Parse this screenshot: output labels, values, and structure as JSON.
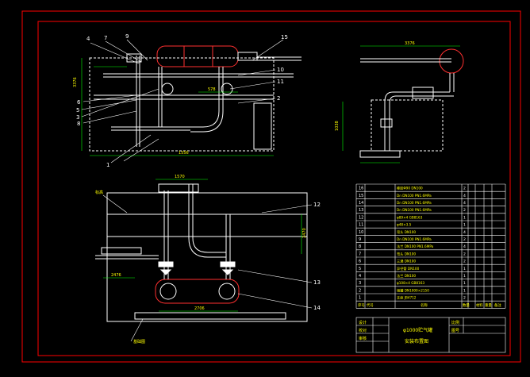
{
  "colors": {
    "background": "#000000",
    "frame": "#ff0000",
    "line": "#ffffff",
    "dim": "#00ff00",
    "text": "#ffff00",
    "leader": "#ffffff",
    "tank": "#ff3030",
    "table": "#ffffff",
    "accent": "#00ffff"
  },
  "drawing": {
    "callouts_top": [
      "4",
      "7",
      "9",
      "15",
      "6",
      "5",
      "3",
      "8",
      "10",
      "11",
      "2",
      "1"
    ],
    "callouts_bottom": [
      "12",
      "13",
      "14"
    ],
    "dims_top": [
      "3376",
      "1556",
      "578"
    ],
    "dims_side": [
      "3376",
      "1038"
    ],
    "dims_bottom": [
      "1570",
      "2706",
      "2476",
      "2470"
    ],
    "notes_bottom": [
      "基础图",
      "标高"
    ]
  },
  "parts_table": {
    "rows": [
      {
        "no": "16",
        "desc": "橡胶Φ90 DN100",
        "qty": "2"
      },
      {
        "no": "15",
        "desc": "Dn DN100 PN1.6MPa",
        "qty": "4"
      },
      {
        "no": "14",
        "desc": "Dn DN100 PN1.6MPa",
        "qty": "4"
      },
      {
        "no": "13",
        "desc": "Dn DN100 PN1.6MPa",
        "qty": "2"
      },
      {
        "no": "12",
        "desc": "φ89×4 GB8163",
        "qty": "1"
      },
      {
        "no": "11",
        "desc": "φ48×3.5",
        "qty": "1"
      },
      {
        "no": "10",
        "desc": "弯头 DN100",
        "qty": "4"
      },
      {
        "no": "9",
        "desc": "Dn DN100 PN1.6MPa",
        "qty": "2"
      },
      {
        "no": "8",
        "desc": "法兰 DN100 PN1.6MPa",
        "qty": "4"
      },
      {
        "no": "7",
        "desc": "弯头 DN100",
        "qty": "2"
      },
      {
        "no": "6",
        "desc": "三通 DN100",
        "qty": "2"
      },
      {
        "no": "5",
        "desc": "异径管 DN100",
        "qty": "1"
      },
      {
        "no": "4",
        "desc": "法兰 DN100",
        "qty": "1"
      },
      {
        "no": "3",
        "desc": "φ108×4 GB8163",
        "qty": "1"
      },
      {
        "no": "2",
        "desc": "储罐 DN1000×2150",
        "qty": "1"
      },
      {
        "no": "1",
        "desc": "支座 JB4712",
        "qty": "2"
      }
    ],
    "header": {
      "no": "序号",
      "code": "代号",
      "name": "名称",
      "qty": "数量",
      "material": "材料",
      "weight": "重量",
      "note": "备注"
    },
    "title_block": {
      "title_line1": "φ1000贮气罐",
      "title_line2": "安装布置图",
      "labels": [
        "设计",
        "校对",
        "审核"
      ],
      "right_labels": [
        "比例",
        "图号"
      ]
    }
  }
}
